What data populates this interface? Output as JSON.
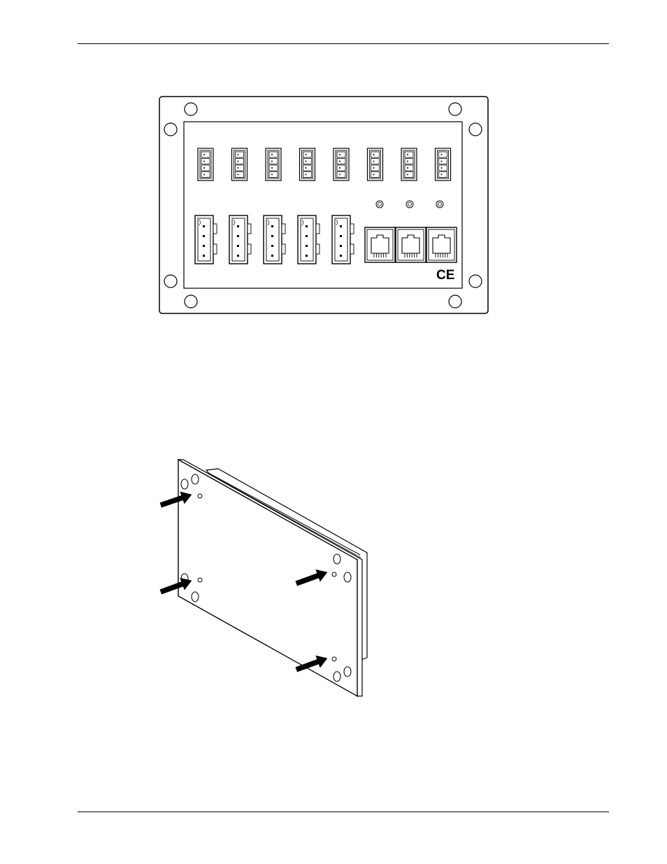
{
  "figure_front": {
    "ce_mark": "CE",
    "small_connector_count": 8,
    "large_connector_count": 5,
    "rj_jack_count": 3,
    "led_count": 3
  },
  "figure_rear": {
    "arrow_count": 4
  }
}
